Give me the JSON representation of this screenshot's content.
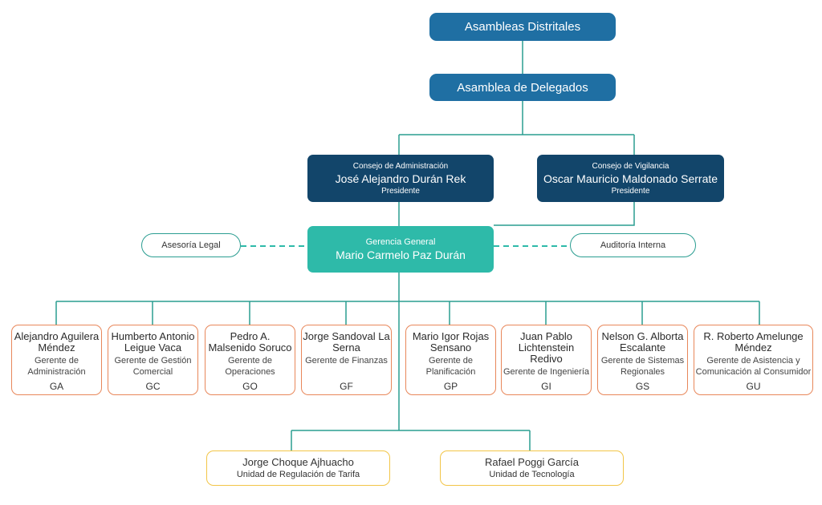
{
  "top": {
    "assemblies": "Asambleas Distritales",
    "delegates": "Asamblea de Delegados"
  },
  "councils": {
    "admin": {
      "caption": "Consejo de Administración",
      "name": "José Alejandro Durán Rek",
      "role": "Presidente"
    },
    "oversight": {
      "caption": "Consejo de Vigilancia",
      "name": "Oscar Mauricio Maldonado Serrate",
      "role": "Presidente"
    }
  },
  "general_management": {
    "caption": "Gerencia General",
    "name": "Mario Carmelo Paz Durán"
  },
  "staff": {
    "legal": "Asesoría Legal",
    "audit": "Auditoría Interna"
  },
  "managers": [
    {
      "name": "Alejandro Aguilera Méndez",
      "role": "Gerente de Administración",
      "code": "GA"
    },
    {
      "name": "Humberto Antonio Leigue Vaca",
      "role": "Gerente de Gestión Comercial",
      "code": "GC"
    },
    {
      "name": "Pedro A. Malsenido Soruco",
      "role": "Gerente de Operaciones",
      "code": "GO"
    },
    {
      "name": "Jorge Sandoval La Serna",
      "role": "Gerente de Finanzas",
      "code": "GF"
    },
    {
      "name": "Mario Igor Rojas Sensano",
      "role": "Gerente de Planificación",
      "code": "GP"
    },
    {
      "name": "Juan Pablo Lichtenstein Redivo",
      "role": "Gerente de Ingeniería",
      "code": "GI"
    },
    {
      "name": "Nelson G. Alborta Escalante",
      "role": "Gerente de Sistemas Regionales",
      "code": "GS"
    },
    {
      "name": "R. Roberto Amelunge Méndez",
      "role": "Gerente de Asistencia y Comunicación al Consumidor",
      "code": "GU"
    }
  ],
  "units": [
    {
      "name": "Jorge Choque Ajhuacho",
      "role": "Unidad de Regulación de Tarifa"
    },
    {
      "name": "Rafael Poggi García",
      "role": "Unidad de Tecnología"
    }
  ],
  "colors": {
    "connector": "#2a9d91",
    "assembly_box": "#1f6fa3",
    "council_box": "#12456a",
    "general_box": "#2ebaa9",
    "manager_border": "#e8875a",
    "unit_border": "#f2c547"
  }
}
